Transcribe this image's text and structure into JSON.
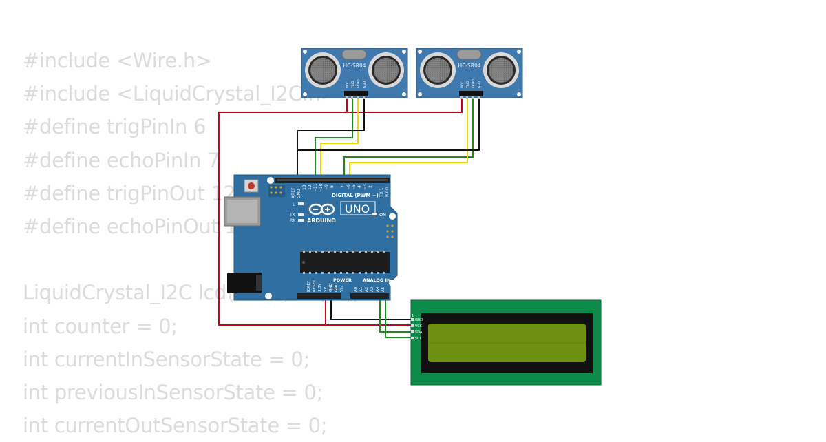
{
  "code_lines": [
    "#include <Wire.h>",
    "#include <LiquidCrystal_I2C.h>",
    "#define trigPinIn 6",
    "#define echoPinIn 7",
    "#define trigPinOut 12",
    "#define echoPinOut 11",
    "",
    "LiquidCrystal_I2C lcd(0x27, 16, 2);",
    "int counter = 0;",
    "int currentInSensorState = 0;",
    "int previousInSensorState = 0;",
    "int currentOutSensorState = 0;"
  ],
  "sensors": [
    {
      "model": "HC-SR04",
      "pins": [
        "VCC",
        "TRIG",
        "ECHO",
        "GND"
      ]
    },
    {
      "model": "HC-SR04",
      "pins": [
        "VCC",
        "TRIG",
        "ECHO",
        "GND"
      ]
    }
  ],
  "arduino": {
    "brand": "ARDUINO",
    "model": "UNO",
    "digital_label": "DIGITAL (PWM ~)",
    "power_label": "POWER",
    "analog_label": "ANALOG IN",
    "on_label": "ON",
    "led_labels": [
      "L",
      "TX",
      "RX"
    ],
    "digital_pins": [
      "AREF",
      "GND",
      "13",
      "12",
      "~11",
      "~10",
      "~9",
      "8",
      "7",
      "~6",
      "~5",
      "4",
      "~3",
      "2",
      "TX 1",
      "RX 0"
    ],
    "power_pins": [
      "IOREF",
      "RESET",
      "3.3V",
      "5V",
      "GND",
      "GND",
      "Vin"
    ],
    "analog_pins": [
      "A0",
      "A1",
      "A2",
      "A3",
      "A4",
      "A5"
    ]
  },
  "lcd": {
    "pin_number": "1",
    "pins": [
      "GND",
      "VCC",
      "SDA",
      "SCL"
    ]
  },
  "colors": {
    "code_text": "#dcdcdc",
    "board": "#2f6fa1",
    "sensor": "#3f79ad",
    "lcd_pcb": "#0e8a4a",
    "lcd_screen": "#6d8f12",
    "wire_red": "#d0021b",
    "wire_black": "#111111",
    "wire_green": "#1a8f1a",
    "wire_yellow": "#f2d600"
  }
}
